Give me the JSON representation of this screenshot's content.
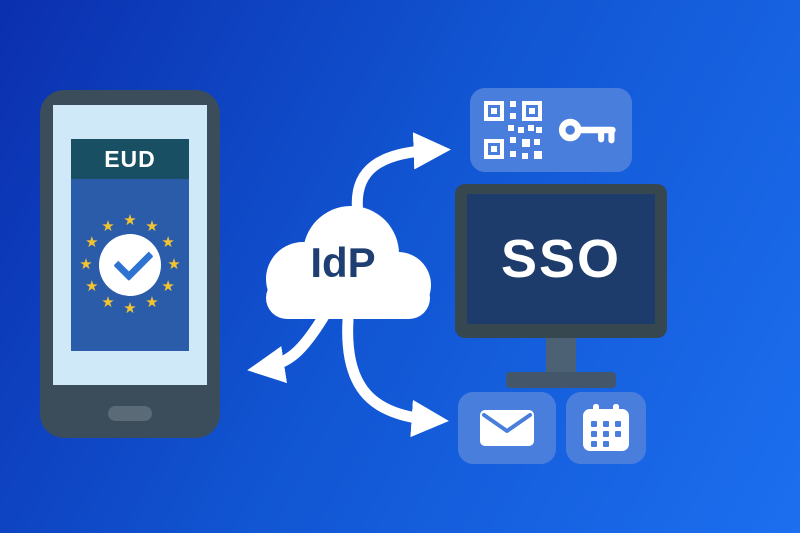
{
  "phone": {
    "card_label": "EUD"
  },
  "cloud": {
    "label": "IdP"
  },
  "monitor": {
    "label": "SSO"
  },
  "icons": {
    "qr_code": "qr-code-icon",
    "key": "key-icon",
    "email": "email-icon",
    "calendar": "calendar-icon",
    "cloud": "cloud-icon",
    "check": "check-icon",
    "eu_star": "star-icon",
    "arrows": [
      "arrow-to-qr-icon",
      "arrow-to-phone-icon",
      "arrow-to-apps-icon"
    ]
  },
  "colors": {
    "background_start": "#0b2fae",
    "background_end": "#1c6ff0",
    "tile_blue": "#4a7edd",
    "star_yellow": "#f4c430",
    "eud_card_blue": "#2a5caa",
    "eud_header_teal": "#184f63",
    "check_blue": "#2e73d2",
    "phone_frame": "#3b4d5a",
    "phone_screen": "#cfe9f8",
    "monitor_frame": "#36474f",
    "monitor_screen": "#1e3c6b",
    "idp_text": "#1f3f72",
    "arrow_white": "#ffffff"
  }
}
